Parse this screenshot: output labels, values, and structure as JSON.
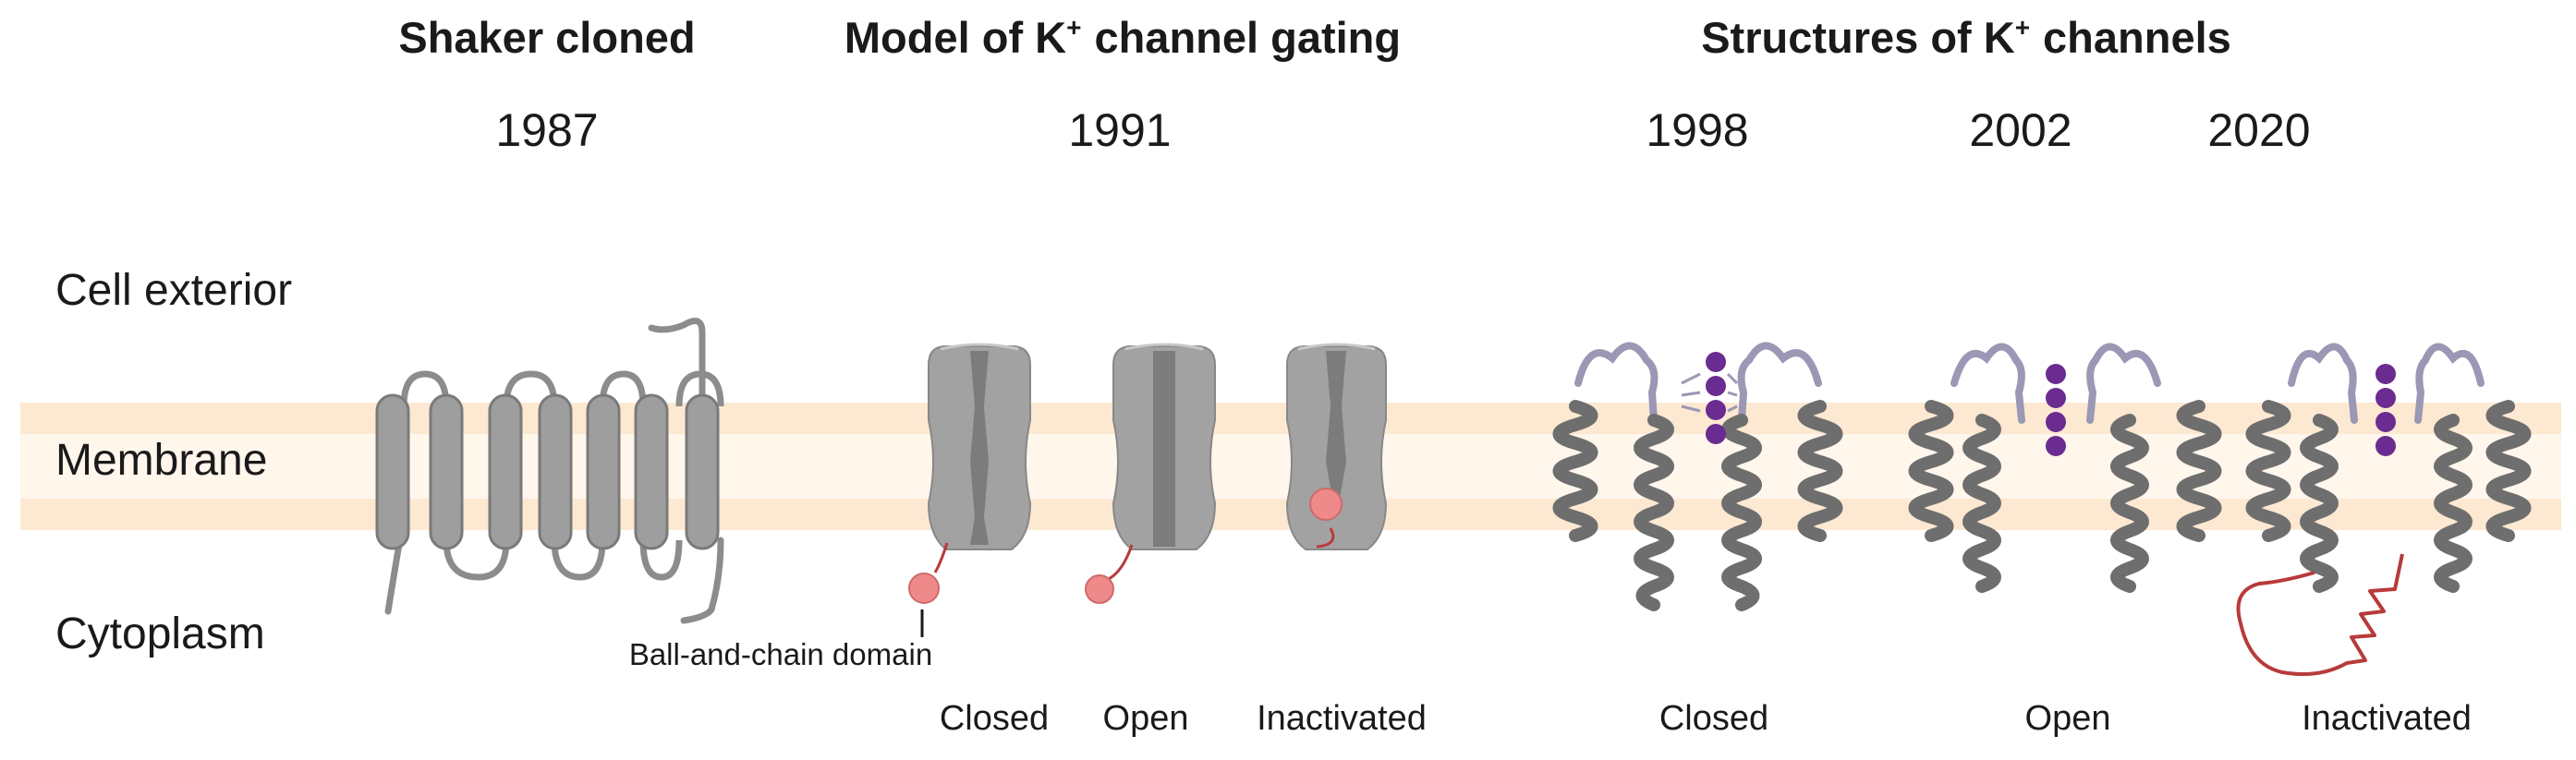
{
  "headers": {
    "shaker": "Shaker cloned",
    "model_prefix": "Model of K",
    "model_suffix": "channel gating",
    "structures_prefix": "Structures of K",
    "structures_suffix": "channels",
    "superscript": "+"
  },
  "years": [
    "1987",
    "1991",
    "1998",
    "2002",
    "2020"
  ],
  "regions": {
    "exterior": "Cell exterior",
    "membrane": "Membrane",
    "cytoplasm": "Cytoplasm"
  },
  "ball_label": "Ball-and-chain domain",
  "model_states": [
    "Closed",
    "Open",
    "Inactivated"
  ],
  "structure_states": [
    "Closed",
    "Open",
    "Inactivated"
  ],
  "colors": {
    "membrane_band": "#fde8d2",
    "membrane_center": "#fff6ec",
    "protein_gray": "#9e9e9e",
    "helix_gray": "#6e6e6e",
    "loop_lavender": "#9a98b4",
    "ion_purple": "#6a2c91",
    "ball_pink": "#ee8a8a",
    "chain_red": "#b83a3a"
  }
}
